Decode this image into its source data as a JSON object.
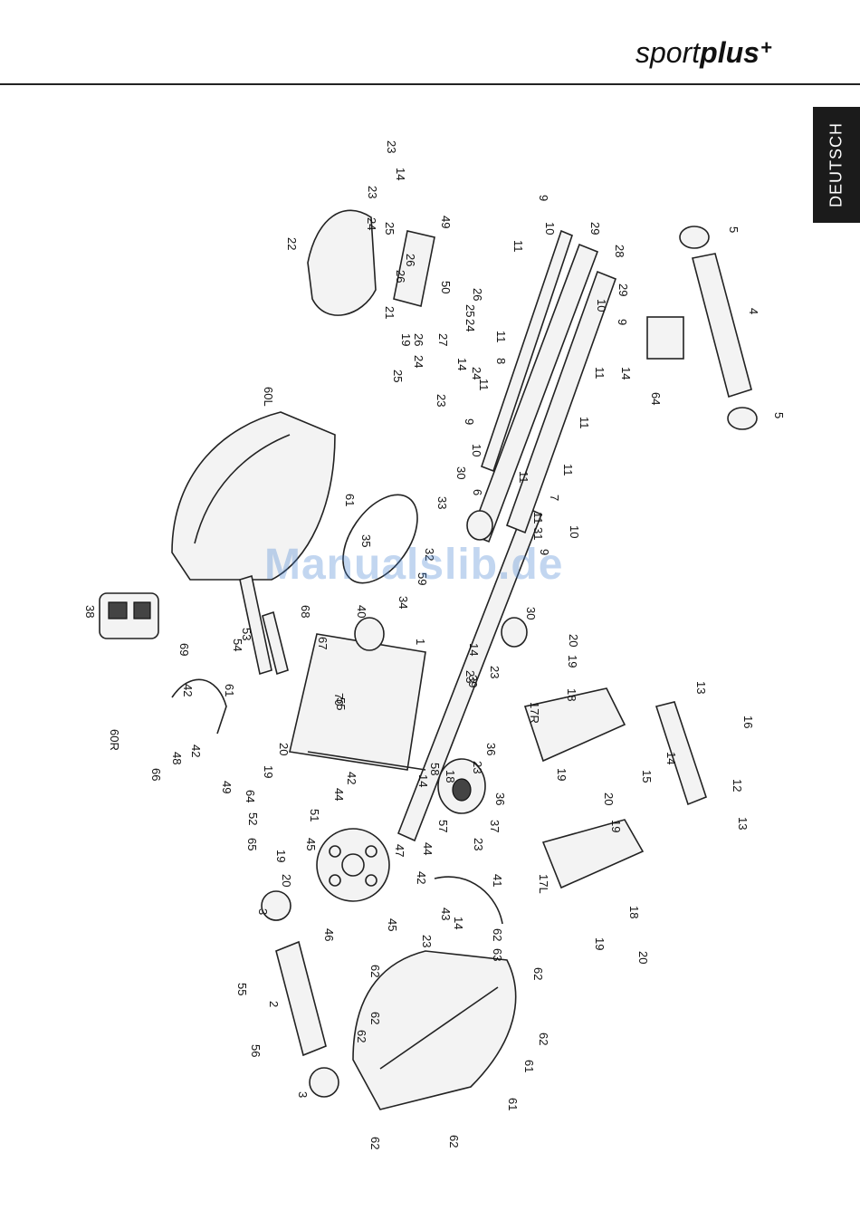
{
  "header": {
    "brand_light": "sport",
    "brand_bold": "plus",
    "brand_mark": "+",
    "language_tab": "DEUTSCH"
  },
  "watermark": "Manualslib.de",
  "diagram": {
    "callouts": [
      "1",
      "2",
      "3",
      "3",
      "4",
      "5",
      "5",
      "6",
      "7",
      "8",
      "9",
      "9",
      "9",
      "9",
      "10",
      "10",
      "10",
      "10",
      "11",
      "11",
      "11",
      "11",
      "11",
      "11",
      "11",
      "11",
      "12",
      "13",
      "13",
      "14",
      "14",
      "14",
      "14",
      "14",
      "14",
      "14",
      "15",
      "16",
      "17R",
      "17L",
      "18",
      "18",
      "18",
      "19",
      "19",
      "19",
      "19",
      "19",
      "19",
      "19",
      "20",
      "20",
      "20",
      "20",
      "20",
      "21",
      "22",
      "23",
      "23",
      "23",
      "23",
      "23",
      "23",
      "23",
      "23",
      "24",
      "24",
      "24",
      "24",
      "25",
      "25",
      "25",
      "26",
      "26",
      "26",
      "26",
      "27",
      "28",
      "29",
      "29",
      "30",
      "30",
      "31",
      "32",
      "33",
      "34",
      "35",
      "36",
      "36",
      "37",
      "38",
      "39",
      "40",
      "41",
      "42",
      "42",
      "42",
      "42",
      "43",
      "44",
      "44",
      "45",
      "45",
      "46",
      "47",
      "48",
      "49",
      "49",
      "50",
      "51",
      "52",
      "53",
      "54",
      "55",
      "55",
      "56",
      "57",
      "58",
      "59",
      "60R",
      "60L",
      "61",
      "61",
      "61",
      "61",
      "62",
      "62",
      "62",
      "62",
      "62",
      "62",
      "62",
      "62",
      "63",
      "64",
      "64",
      "65",
      "66",
      "67",
      "68",
      "69",
      "70"
    ]
  }
}
